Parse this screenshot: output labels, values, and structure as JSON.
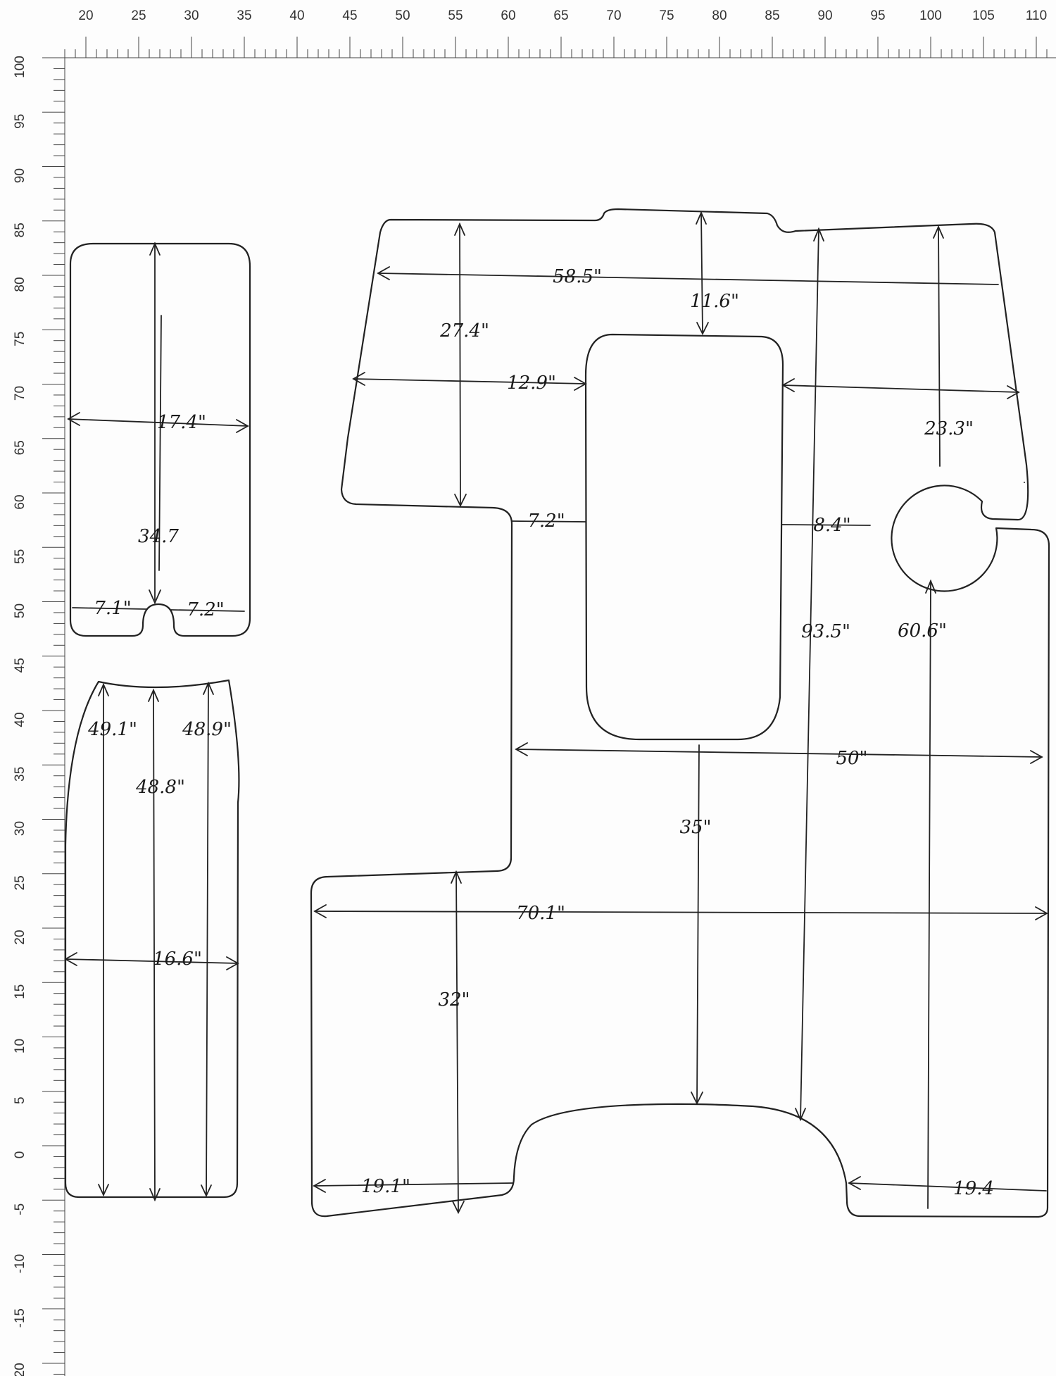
{
  "ruler": {
    "top_labels": [
      "20",
      "25",
      "30",
      "35",
      "40",
      "45",
      "50",
      "55",
      "60",
      "65",
      "70",
      "75",
      "80",
      "85",
      "90",
      "95",
      "100",
      "105",
      "110"
    ],
    "left_labels": [
      "100",
      "95",
      "90",
      "85",
      "80",
      "75",
      "70",
      "65",
      "60",
      "55",
      "50",
      "45",
      "40",
      "35",
      "30",
      "25",
      "20",
      "15",
      "10",
      "5",
      "0",
      "-5",
      "-10",
      "-15",
      "-20"
    ]
  },
  "pieces": {
    "small_top": {
      "width": "17.4\"",
      "height": "34.7",
      "left_gap": "7.1\"",
      "right_gap": "7.2\""
    },
    "small_bottom": {
      "left_height": "49.1\"",
      "center_height": "48.8\"",
      "right_height": "48.9\"",
      "width": "16.6\""
    },
    "main": {
      "top_width": "58.5\"",
      "top_to_cutout": "11.6\"",
      "left_depth": "27.4\"",
      "left_to_cutout": "12.9\"",
      "right_to_edge": "23.3\"",
      "gap_left": "7.2\"",
      "gap_right": "8.4\"",
      "total_height": "93.5\"",
      "circle_to_bottom": "60.6\"",
      "mid_width": "50\"",
      "cutout_to_curve": "35\"",
      "full_width": "70.1\"",
      "lower_left_height": "32\"",
      "bottom_left": "19.1\"",
      "bottom_right": "19.4"
    }
  }
}
